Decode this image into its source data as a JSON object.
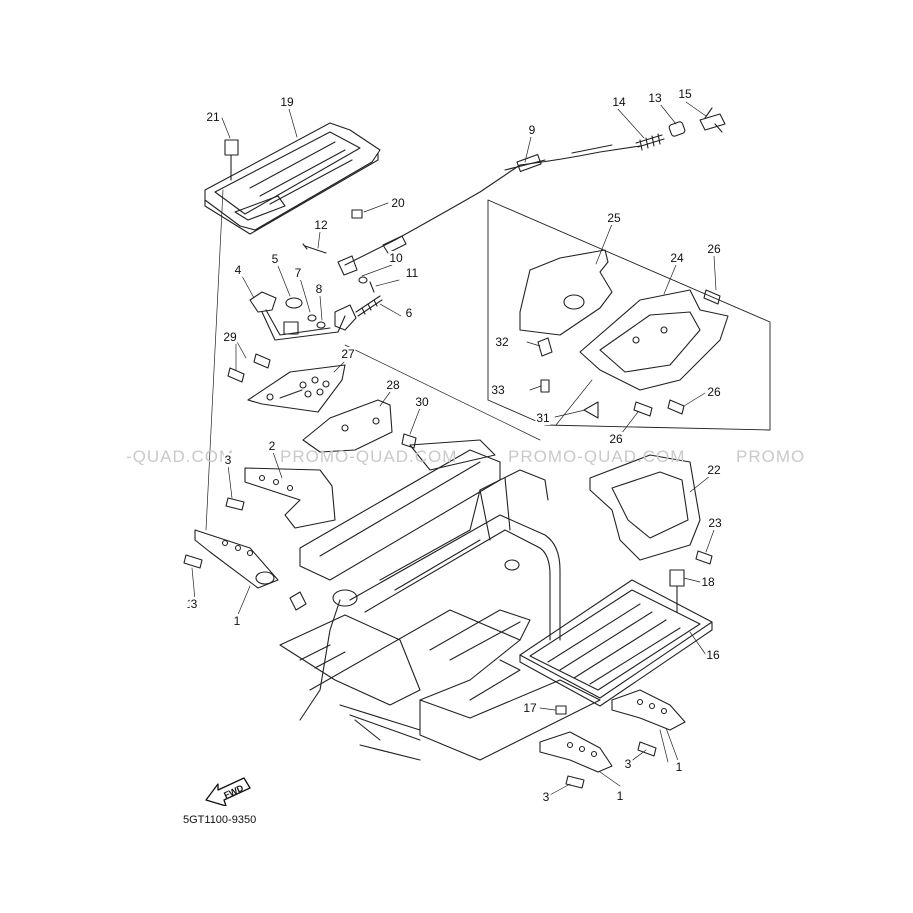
{
  "diagram": {
    "part_code": "5GT1100-9350",
    "forward_label": "FWD",
    "watermark": {
      "left": "-QUAD.COM",
      "mid1": "PROMO-QUAD.COM",
      "mid2": "PROMO-QUAD.COM",
      "right": "PROMO"
    },
    "callouts": [
      "1",
      "1",
      "1",
      "1",
      "2",
      "3",
      "3",
      "3",
      "3",
      "3",
      "4",
      "5",
      "6",
      "7",
      "8",
      "9",
      "10",
      "11",
      "12",
      "13",
      "14",
      "15",
      "16",
      "17",
      "18",
      "19",
      "20",
      "21",
      "22",
      "23",
      "24",
      "25",
      "26",
      "26",
      "26",
      "26",
      "27",
      "28",
      "29",
      "30",
      "31",
      "32",
      "33"
    ]
  }
}
